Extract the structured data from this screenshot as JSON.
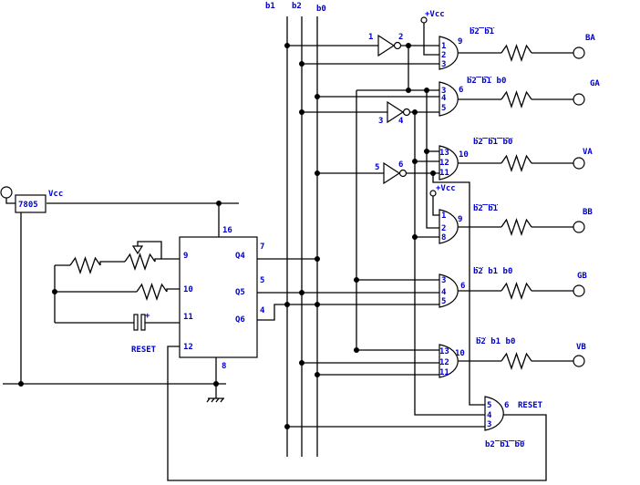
{
  "bus": {
    "b1": "b1",
    "b2": "b2",
    "b0": "b0"
  },
  "power": {
    "vcc_top": "+Vcc",
    "vcc_mid": "+Vcc",
    "vcc_reg": "Vcc",
    "regulator": "7805"
  },
  "outputs": {
    "BA": "BA",
    "GA": "GA",
    "VA": "VA",
    "BB": "BB",
    "GB": "GB",
    "VB": "VB",
    "reset_out": "RESET"
  },
  "counter": {
    "pin_vcc": "16",
    "pin_gnd": "8",
    "pin_9": "9",
    "pin_10": "10",
    "pin_11": "11",
    "pin_12": "12",
    "q4": "Q4",
    "q5": "Q5",
    "q6": "Q6",
    "pin_7": "7",
    "pin_5": "5",
    "pin_4": "4",
    "reset_label": "RESET",
    "cap_plus": "+"
  },
  "inverter_pins": [
    "1",
    "2",
    "3",
    "4",
    "5",
    "6"
  ],
  "gate_pins": {
    "BA": [
      "1",
      "2",
      "3",
      "9"
    ],
    "GA": [
      "3",
      "4",
      "5",
      "6"
    ],
    "VA": [
      "13",
      "12",
      "11",
      "10"
    ],
    "BB": [
      "1",
      "2",
      "8",
      "9"
    ],
    "GB": [
      "3",
      "4",
      "5",
      "6"
    ],
    "VB": [
      "13",
      "12",
      "11",
      "10"
    ],
    "RESET": [
      "5",
      "4",
      "3",
      "6"
    ]
  },
  "expressions": {
    "BA": [
      {
        "t": "b2",
        "bar": true
      },
      {
        "t": "b1",
        "bar": true
      }
    ],
    "GA": [
      {
        "t": "b2",
        "bar": true
      },
      {
        "t": "b1",
        "bar": true
      },
      {
        "t": "b0",
        "bar": false
      }
    ],
    "VA": [
      {
        "t": "b2",
        "bar": true
      },
      {
        "t": "b1",
        "bar": true
      },
      {
        "t": "b0",
        "bar": true
      }
    ],
    "BB": [
      {
        "t": "b2",
        "bar": true
      },
      {
        "t": "b1",
        "bar": true
      }
    ],
    "GB": [
      {
        "t": "b2",
        "bar": true
      },
      {
        "t": "b1",
        "bar": false
      },
      {
        "t": "b0",
        "bar": false
      }
    ],
    "VB": [
      {
        "t": "b2",
        "bar": true
      },
      {
        "t": "b1",
        "bar": false
      },
      {
        "t": "b0",
        "bar": false
      }
    ],
    "RESET": [
      {
        "t": "b2",
        "bar": false
      },
      {
        "t": "b1",
        "bar": true
      },
      {
        "t": "b0",
        "bar": true
      }
    ]
  },
  "colors": {
    "label": "#0000cc",
    "wire": "#000000"
  }
}
